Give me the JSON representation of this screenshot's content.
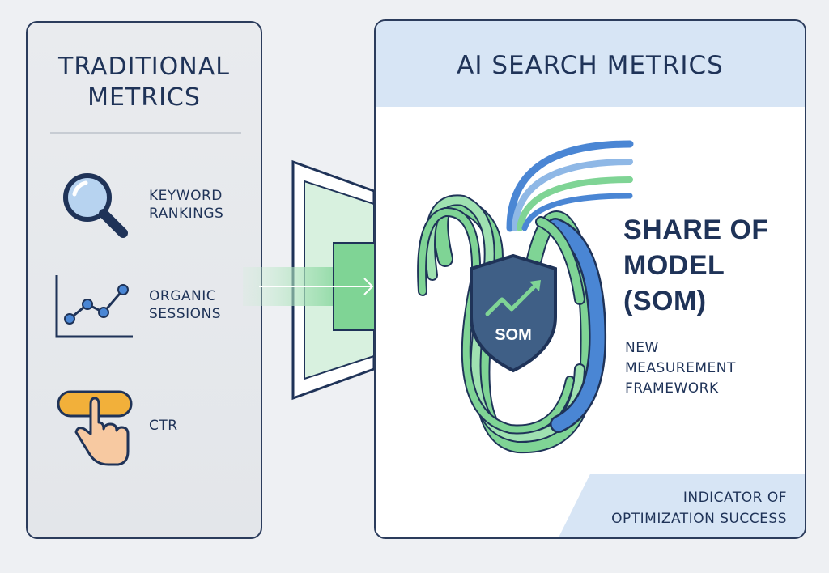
{
  "left_panel": {
    "title_line1": "TRADITIONAL",
    "title_line2": "METRICS",
    "metrics": [
      {
        "icon": "magnifier-icon",
        "line1": "KEYWORD",
        "line2": "RANKINGS"
      },
      {
        "icon": "line-chart-icon",
        "line1": "ORGANIC",
        "line2": "SESSIONS"
      },
      {
        "icon": "click-hand-icon",
        "line1": "CTR",
        "line2": ""
      }
    ]
  },
  "right_panel": {
    "title": "AI SEARCH METRICS",
    "som_title_line1": "SHARE OF",
    "som_title_line2": "MODEL",
    "som_title_line3": "(SOM)",
    "framework_line1": "NEW",
    "framework_line2": "MEASUREMENT",
    "framework_line3": "FRAMEWORK",
    "badge_label": "SOM",
    "indicator_line1": "INDICATOR OF",
    "indicator_line2": "OPTIMIZATION SUCCESS"
  },
  "colors": {
    "navy": "#1f3358",
    "green": "#7fd495",
    "blue": "#4a86d4",
    "light_blue": "#d7e5f5",
    "orange": "#f2b03a"
  }
}
